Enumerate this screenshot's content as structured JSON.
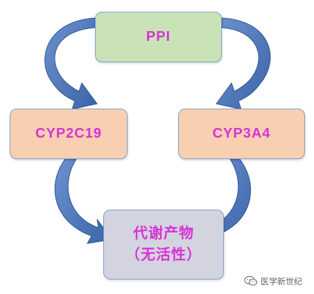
{
  "diagram": {
    "nodes": {
      "ppi": "PPI",
      "cyp2c19": "CYP2C19",
      "cyp3a4": "CYP3A4",
      "metabolite_line1": "代谢产物",
      "metabolite_line2": "（无活性）"
    },
    "edges": [
      {
        "from": "PPI",
        "to": "CYP2C19"
      },
      {
        "from": "PPI",
        "to": "CYP3A4"
      },
      {
        "from": "CYP2C19",
        "to": "代谢产物"
      },
      {
        "from": "CYP3A4",
        "to": "代谢产物"
      }
    ],
    "colors": {
      "text": "#d633d6",
      "ppi_fill": "#c9e3b6",
      "cyp_fill": "#f8cfb0",
      "metabolite_fill": "#d4d3e0",
      "arrow": "#4a73b5"
    }
  },
  "watermark": {
    "text": "医学新世纪",
    "icon": "wechat-icon"
  }
}
